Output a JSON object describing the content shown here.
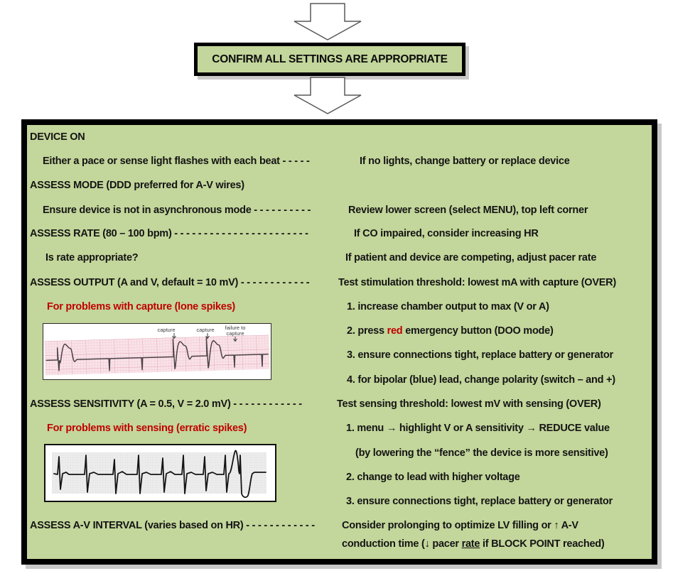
{
  "colors": {
    "panel_green": "#c3d69b",
    "border_black": "#000000",
    "warning_red": "#c00000",
    "shadow_gray": "#c9c9c9"
  },
  "flow": {
    "title": "CONFIRM ALL SETTINGS ARE APPROPRIATE"
  },
  "panel": {
    "device_on": "DEVICE ON",
    "pace_light_left": "Either a pace or sense light flashes with each beat - - - - -",
    "pace_light_right": "If no lights, change battery or replace device",
    "assess_mode": "ASSESS MODE (DDD preferred for A-V wires)",
    "async_left": "Ensure device is not in asynchronous mode - - - - - - - - - -",
    "async_right": "Review lower screen (select MENU), top left corner",
    "assess_rate_left": "ASSESS RATE (80 – 100 bpm)  - - - - - - - - - - - - - - - - - - - - - - -",
    "assess_rate_right": "If CO impaired, consider increasing HR",
    "rate_q_left": "Is rate appropriate?",
    "rate_q_right": "If patient and device are competing, adjust pacer rate",
    "assess_output_left": "ASSESS OUTPUT (A and V, default = 10 mV) - - - - - - - - - - - -",
    "assess_output_right": "Test stimulation threshold: lowest mA with capture (OVER)",
    "capture_heading": "For problems with capture (lone spikes)",
    "capture_step1": "1.  increase chamber output to max (V or A)",
    "capture_step2_pre": "2.  press ",
    "capture_step2_red": "red",
    "capture_step2_post": " emergency button (DOO mode)",
    "capture_step3": "3.  ensure connections tight, replace battery or generator",
    "capture_step4": "4.  for bipolar (blue) lead, change polarity (switch – and +)",
    "assess_sensitivity_left": "ASSESS SENSITIVITY (A = 0.5, V = 2.0 mV) - - - - - - - - - - - -",
    "assess_sensitivity_right": "Test sensing threshold:  lowest mV with sensing (OVER)",
    "sensing_heading": "For problems with sensing (erratic spikes)",
    "sensing_step1": "1.  menu → highlight V or A sensitivity → REDUCE value",
    "sensing_step1_note": "(by lowering the “fence” the device is more sensitive)",
    "sensing_step2": "2.  change to lead with higher voltage",
    "sensing_step3": "3.  ensure connections tight, replace battery or generator",
    "assess_av_left": "ASSESS A-V INTERVAL (varies based on HR) - - - - - - - - - - - -",
    "assess_av_right": "Consider prolonging to optimize LV filling or ↑ A-V",
    "av_cont_pre": "conduction time (↓ pacer ",
    "av_cont_underlined": "rate",
    "av_cont_post": " if BLOCK POINT reached)"
  },
  "ecg_capture": {
    "label1": "capture",
    "label2": "capture",
    "label3_line1": "failure to",
    "label3_line2": "capture"
  }
}
